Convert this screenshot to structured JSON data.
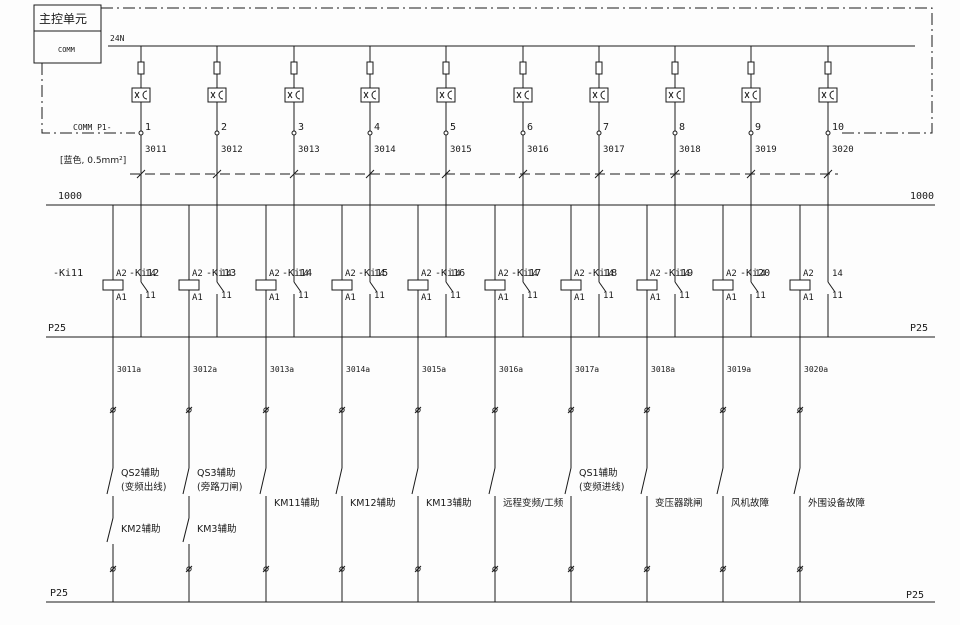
{
  "main_unit": {
    "title": "主控单元",
    "port": "COMM"
  },
  "power_label": "24N",
  "comm_label": "COMM P1-",
  "wire_note": "[蓝色, 0.5mm²]",
  "buses": {
    "top_left": "1000",
    "top_right": "1000",
    "mid_left": "P25",
    "mid_right": "P25",
    "bot_left": "P25",
    "bot_right": "P25"
  },
  "relay_pins": {
    "a2": "A2",
    "a1": "A1",
    "no": "14",
    "com": "11"
  },
  "channels": [
    {
      "num": "1",
      "wire": "3011",
      "relay": "-Ki11",
      "wire_a": "3011a",
      "contact_top": [
        "QS2辅助",
        "(变频出线)"
      ],
      "contact_bot": [
        "KM2辅助"
      ]
    },
    {
      "num": "2",
      "wire": "3012",
      "relay": "-Ki12",
      "wire_a": "3012a",
      "contact_top": [
        "QS3辅助",
        "(旁路刀闸)"
      ],
      "contact_bot": [
        "KM3辅助"
      ]
    },
    {
      "num": "3",
      "wire": "3013",
      "relay": "-Ki13",
      "wire_a": "3013a",
      "contact_top": [
        "KM11辅助"
      ],
      "contact_bot": []
    },
    {
      "num": "4",
      "wire": "3014",
      "relay": "-Ki14",
      "wire_a": "3014a",
      "contact_top": [
        "KM12辅助"
      ],
      "contact_bot": []
    },
    {
      "num": "5",
      "wire": "3015",
      "relay": "-Ki15",
      "wire_a": "3015a",
      "contact_top": [
        "KM13辅助"
      ],
      "contact_bot": []
    },
    {
      "num": "6",
      "wire": "3016",
      "relay": "-Ki16",
      "wire_a": "3016a",
      "contact_top": [
        "远程变频/工频"
      ],
      "contact_bot": []
    },
    {
      "num": "7",
      "wire": "3017",
      "relay": "-Ki17",
      "wire_a": "3017a",
      "contact_top": [
        "QS1辅助",
        "(变频进线)"
      ],
      "contact_bot": []
    },
    {
      "num": "8",
      "wire": "3018",
      "relay": "-Ki18",
      "wire_a": "3018a",
      "contact_top": [
        "变压器跳闸"
      ],
      "contact_bot": []
    },
    {
      "num": "9",
      "wire": "3019",
      "relay": "-Ki19",
      "wire_a": "3019a",
      "contact_top": [
        "风机故障"
      ],
      "contact_bot": []
    },
    {
      "num": "10",
      "wire": "3020",
      "relay": "-Ki20",
      "wire_a": "3020a",
      "contact_top": [
        "外围设备故障"
      ],
      "contact_bot": []
    }
  ]
}
